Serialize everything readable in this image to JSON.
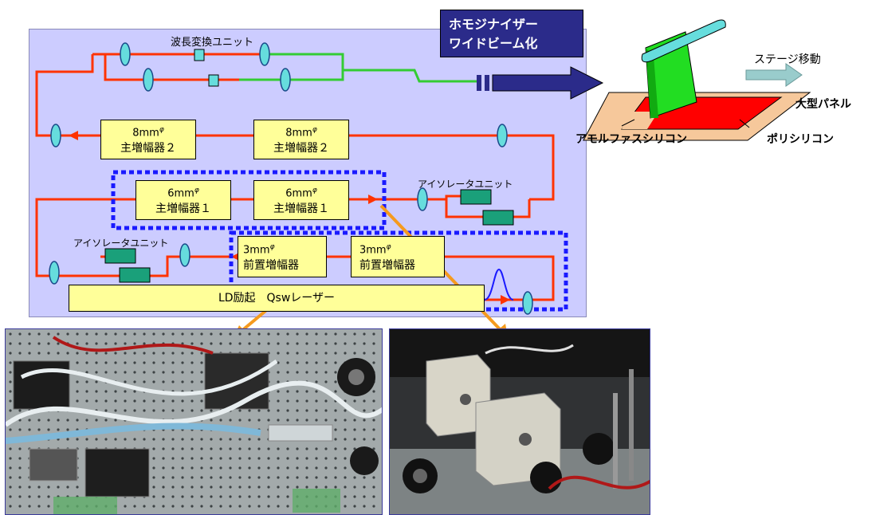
{
  "labels": {
    "wavelength_unit": "波長変換ユニット",
    "homogenizer_line1": "ホモジナイザー",
    "homogenizer_line2": "ワイドビーム化",
    "stage_move": "ステージ移動",
    "large_panel": "大型パネル",
    "amorphous_silicon": "アモルファスシリコン",
    "polysilicon": "ポリシリコン",
    "isolator_unit_right": "アイソレータユニット",
    "isolator_unit_left": "アイソレータユニット",
    "ld_laser": "LD励起　Qswレーザー"
  },
  "amplifiers": {
    "main2_left": {
      "size": "8mm",
      "sup": "φ",
      "name": "主増幅器２"
    },
    "main2_right": {
      "size": "8mm",
      "sup": "φ",
      "name": "主増幅器２"
    },
    "main1_left": {
      "size": "6mm",
      "sup": "φ",
      "name": "主増幅器１"
    },
    "main1_right": {
      "size": "6mm",
      "sup": "φ",
      "name": "主増幅器１"
    },
    "pre_left": {
      "size": "3mm",
      "sup": "φ",
      "name": "前置増幅器"
    },
    "pre_right": {
      "size": "3mm",
      "sup": "φ",
      "name": "前置増幅器"
    }
  },
  "colors": {
    "panel_bg": "#ccccff",
    "beam_red": "#ff3300",
    "beam_green": "#33cc33",
    "dotted_box": "#1a1aff",
    "amp_fill": "#ffff99",
    "lens_fill": "#66dddd",
    "isolator_fill": "#1aa07a",
    "arrow_orange": "#f59a1e",
    "banner_bg": "#2b2b8a"
  }
}
